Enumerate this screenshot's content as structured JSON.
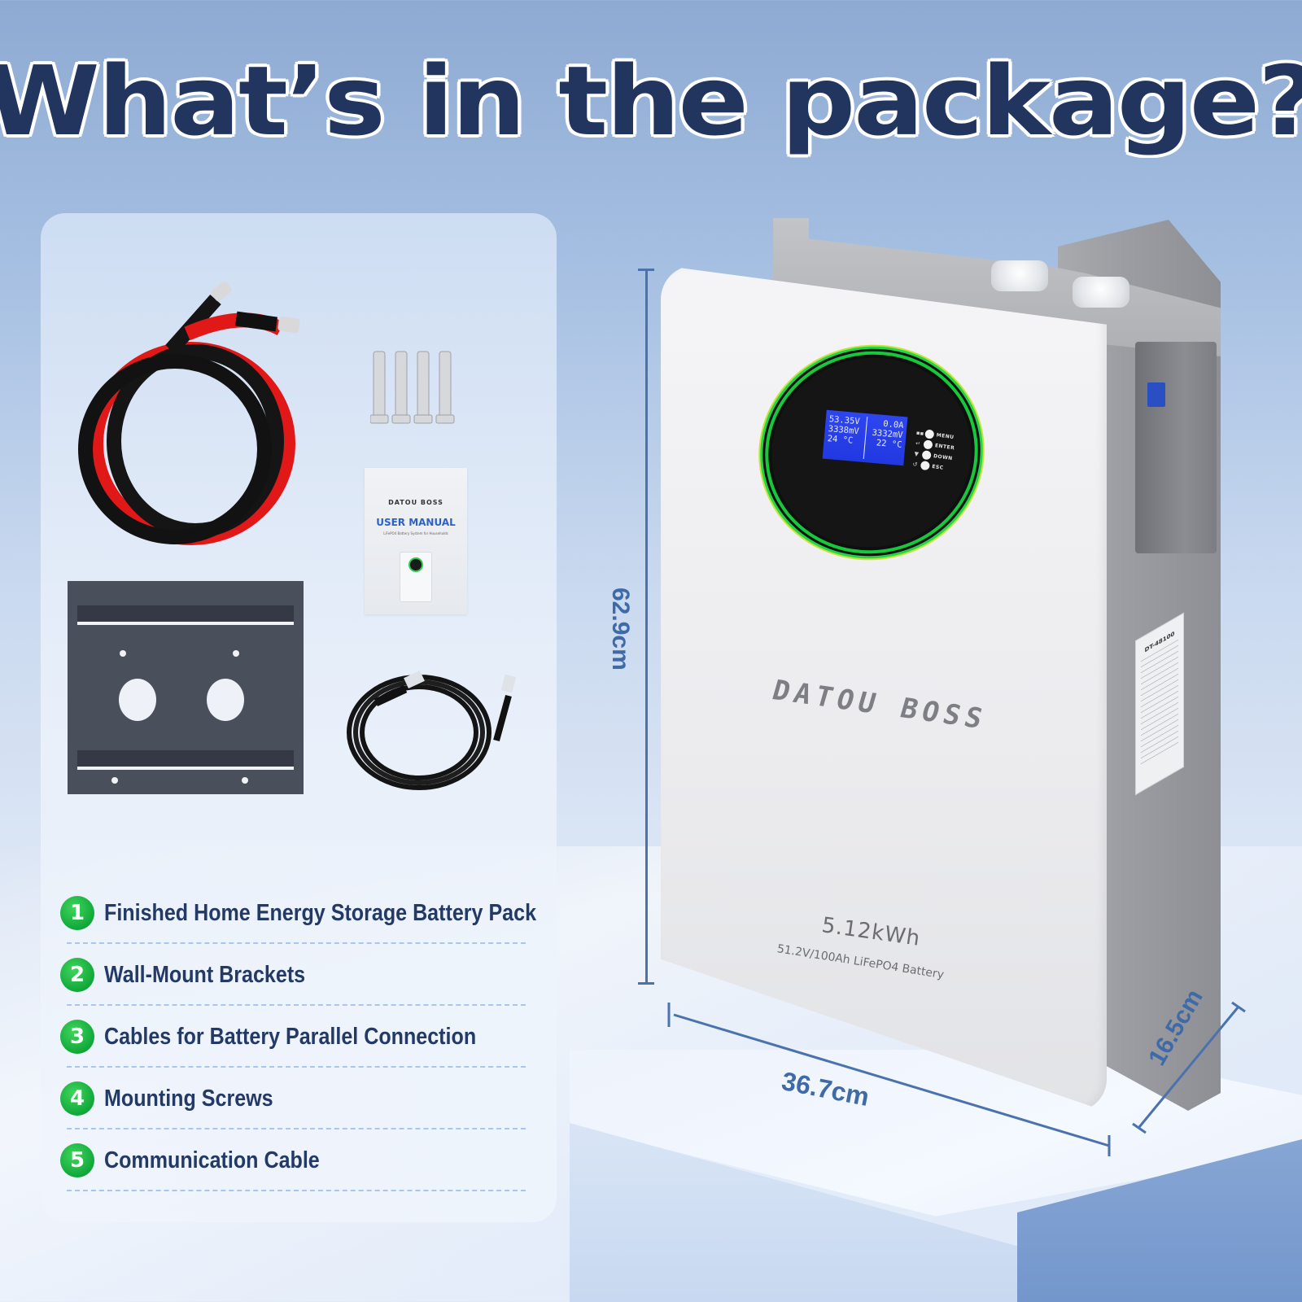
{
  "header": {
    "title": "What’s in the package?"
  },
  "items_panel": {
    "visuals": {
      "power_cables": "Red and black battery cables with ring terminals",
      "screws": "4 expansion mounting screws",
      "manual": {
        "brand": "DATOU BOSS",
        "title": "USER MANUAL",
        "subtitle": "LiFePO4 Battery System for Households"
      },
      "bracket": "Wall-mount bracket plate",
      "comm_cable": "Flat RJ45 communication cable"
    },
    "list": [
      {
        "number": "1",
        "label": "Finished Home Energy Storage Battery Pack"
      },
      {
        "number": "2",
        "label": "Wall-Mount Brackets"
      },
      {
        "number": "3",
        "label": "Cables for Battery Parallel Connection"
      },
      {
        "number": "4",
        "label": "Mounting Screws"
      },
      {
        "number": "5",
        "label": "Communication Cable"
      }
    ]
  },
  "product": {
    "brand": "DATOU BOSS",
    "capacity": "5.12kWh",
    "spec": "51.2V/100Ah LiFePO4 Battery",
    "lcd": {
      "left": [
        "53.35V",
        "3338mV",
        "24 °C"
      ],
      "right": [
        "0.0A",
        "3332mV",
        "22 °C"
      ]
    },
    "buttons": [
      {
        "icon": "▪▪",
        "label": "MENU"
      },
      {
        "icon": "↵",
        "label": "ENTER"
      },
      {
        "icon": "▼",
        "label": "DOWN"
      },
      {
        "icon": "↺",
        "label": "ESC"
      }
    ],
    "nameplate_model": "DT-48100"
  },
  "dimensions": {
    "height": "62.9cm",
    "width": "36.7cm",
    "depth": "16.5cm"
  },
  "colors": {
    "title": "#22355f",
    "badge": "#10a83a",
    "list_text": "#243a66",
    "dimension": "#3e6aa8",
    "divider": "#a8c6ee"
  }
}
